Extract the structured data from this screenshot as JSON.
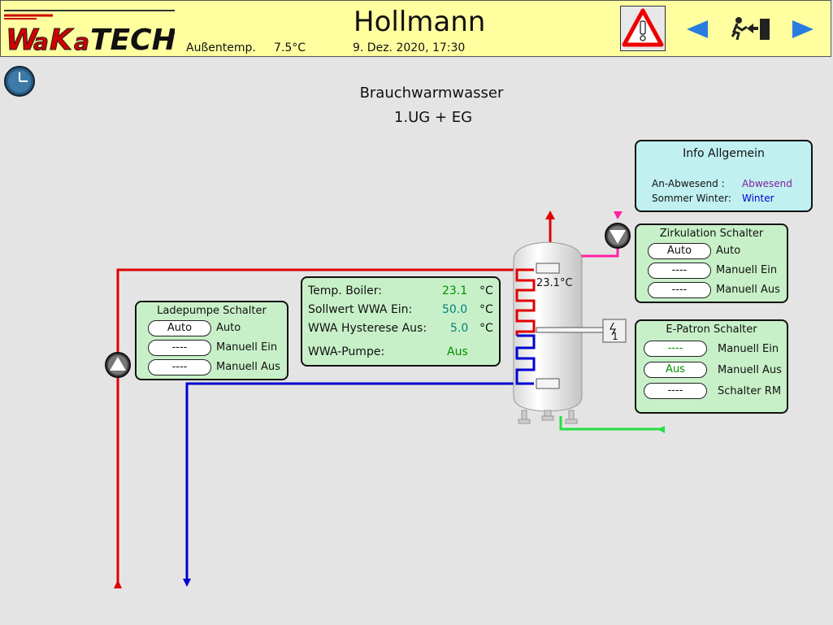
{
  "header": {
    "logo_text": "WaKaTECH",
    "title": "Hollmann",
    "outside_temp_label": "Außentemp.",
    "outside_temp_value": "7.5°C",
    "datetime": "9. Dez. 2020, 17:30"
  },
  "page": {
    "title_line1": "Brauchwarmwasser",
    "title_line2": "1.UG + EG"
  },
  "info": {
    "title": "Info Allgemein",
    "presence_label": "An-Abwesend :",
    "presence_value": "Abwesend",
    "season_label": "Sommer Winter:",
    "season_value": "Winter"
  },
  "zirkulation": {
    "title": "Zirkulation Schalter",
    "buttons": [
      "Auto",
      "----",
      "----"
    ],
    "labels": [
      "Auto",
      "Manuell Ein",
      "Manuell Aus"
    ]
  },
  "ladepumpe": {
    "title": "Ladepumpe Schalter",
    "buttons": [
      "Auto",
      "----",
      "----"
    ],
    "labels": [
      "Auto",
      "Manuell Ein",
      "Manuell Aus"
    ]
  },
  "epatron": {
    "title": "E-Patron Schalter",
    "buttons": [
      "----",
      "Aus",
      "----"
    ],
    "labels": [
      "Manuell Ein",
      "Manuell Aus",
      "Schalter RM"
    ]
  },
  "values": {
    "boiler_temp_label": "Temp. Boiler:",
    "boiler_temp_value": "23.1",
    "setpoint_label": "Sollwert WWA Ein:",
    "setpoint_value": "50.0",
    "hysteresis_label": "WWA Hysterese Aus:",
    "hysteresis_value": "5.0",
    "unit": "°C",
    "pump_label": "WWA-Pumpe:",
    "pump_value": "Aus"
  },
  "tank": {
    "top_temp": "23.1°C",
    "heater_label": "1"
  },
  "colors": {
    "hot": "#e00000",
    "cold": "#0000d0",
    "circulation": "#ff20a0",
    "return": "#20e040",
    "value_green": "#009000",
    "value_teal": "#008080"
  }
}
